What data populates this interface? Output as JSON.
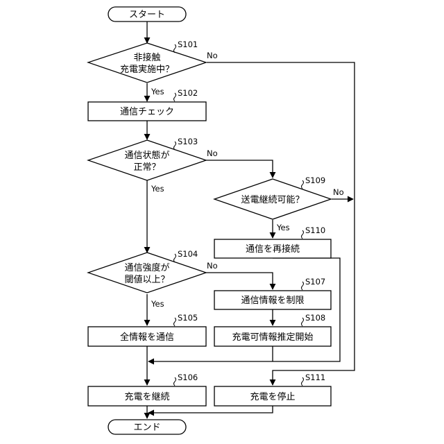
{
  "nodes": {
    "start": {
      "text": "スタート"
    },
    "end": {
      "text": "エンド"
    },
    "s101": {
      "step": "S101",
      "line1": "非接触",
      "line2": "充電実施中？"
    },
    "s102": {
      "step": "S102",
      "text": "通信チェック"
    },
    "s103": {
      "step": "S103",
      "line1": "通信状態が",
      "line2": "正常？"
    },
    "s104": {
      "step": "S104",
      "line1": "通信強度が",
      "line2": "閾値以上？"
    },
    "s105": {
      "step": "S105",
      "text": "全情報を通信"
    },
    "s106": {
      "step": "S106",
      "text": "充電を継続"
    },
    "s107": {
      "step": "S107",
      "text": "通信情報を制限"
    },
    "s108": {
      "step": "S108",
      "text": "充電可情報推定開始"
    },
    "s109": {
      "step": "S109",
      "text": "送電継続可能？"
    },
    "s110": {
      "step": "S110",
      "text": "通信を再接続"
    },
    "s111": {
      "step": "S111",
      "text": "充電を停止"
    }
  },
  "edge_labels": {
    "s101_no": "No",
    "s101_yes": "Yes",
    "s103_no": "No",
    "s103_yes": "Yes",
    "s104_no": "No",
    "s104_yes": "Yes",
    "s109_no": "No",
    "s109_yes": "Yes"
  }
}
